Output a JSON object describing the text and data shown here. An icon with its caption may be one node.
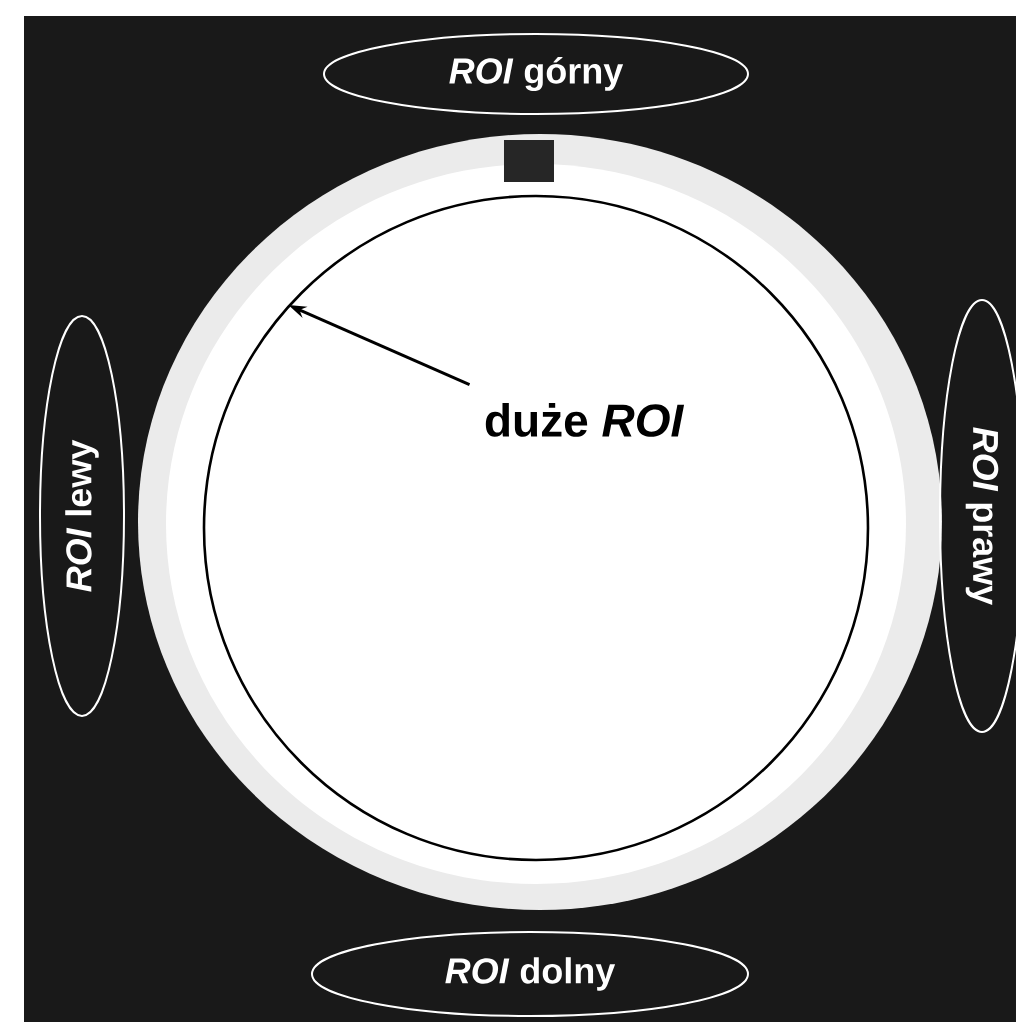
{
  "diagram": {
    "nodes": [
      {
        "text": [
          "*ROI* górny"
        ]
      },
      {
        "text": [],
        "shape": "circle"
      },
      {
        "text": [
          "duże *ROI*"
        ],
        "in": 1
      },
      {
        "text": [
          "*ROI* lewy"
        ]
      },
      {
        "text": [
          "*ROI* prawy"
        ]
      },
      {
        "text": [
          "*ROI* dolny"
        ]
      }
    ],
    "edges": [
      {
        "from": 2,
        "to": 1,
        "arrow": "to"
      }
    ]
  }
}
